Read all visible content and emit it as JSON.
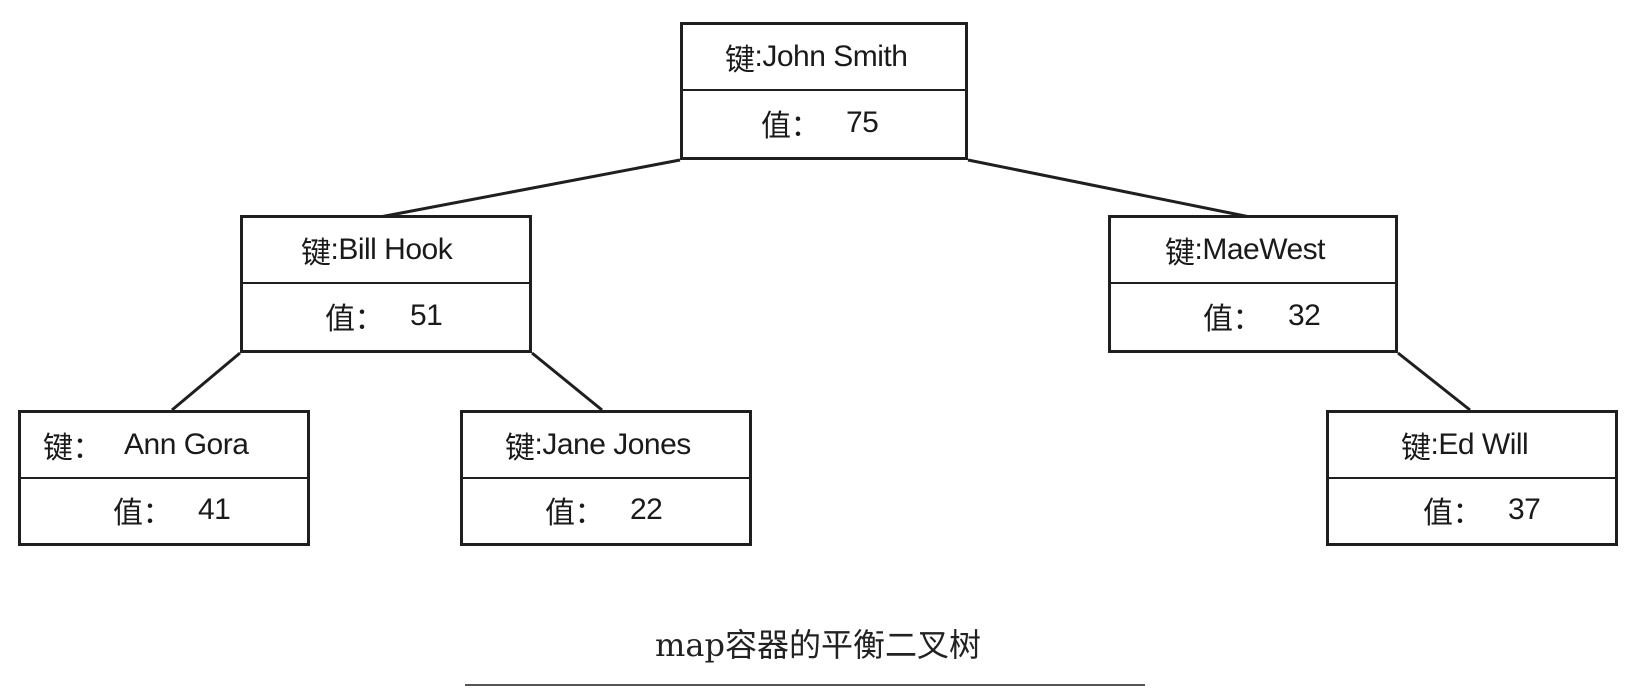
{
  "nodes": {
    "root": {
      "key_label": "键",
      "key_sep": ":",
      "key": "John Smith",
      "val_label": "值",
      "val_sep": "：",
      "value": "75"
    },
    "left": {
      "key_label": "键",
      "key_sep": ":",
      "key": "Bill Hook",
      "val_label": "值",
      "val_sep": "：",
      "value": "51"
    },
    "right": {
      "key_label": "键",
      "key_sep": ":",
      "key": "MaeWest",
      "val_label": "值",
      "val_sep": "：",
      "value": "32"
    },
    "ll": {
      "key_label": "键",
      "key_sep": "：",
      "key": "Ann Gora",
      "val_label": "值",
      "val_sep": "：",
      "value": "41"
    },
    "lr": {
      "key_label": "键",
      "key_sep": ":",
      "key": "Jane Jones",
      "val_label": "值",
      "val_sep": "：",
      "value": "22"
    },
    "rr": {
      "key_label": "键",
      "key_sep": ":",
      "key": "Ed Will",
      "val_label": "值",
      "val_sep": "：",
      "value": "37"
    }
  },
  "edges": [
    [
      "root",
      "left"
    ],
    [
      "root",
      "right"
    ],
    [
      "left",
      "ll"
    ],
    [
      "left",
      "lr"
    ],
    [
      "right",
      "rr"
    ]
  ],
  "caption": "map容器的平衡二叉树"
}
